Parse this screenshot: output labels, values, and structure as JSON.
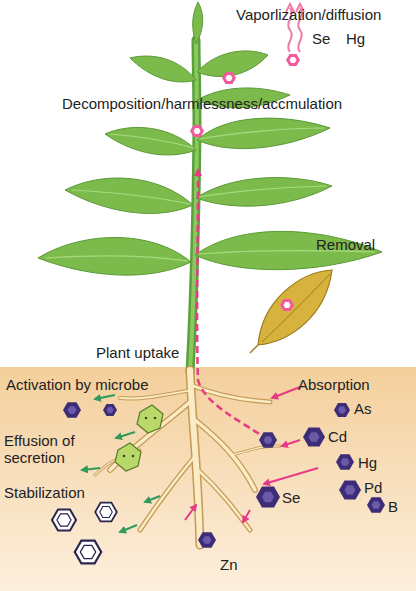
{
  "diagram": {
    "labels": [
      "Vaporlization/diffusion",
      "Se",
      "Hg",
      "Decomposition/harmlessness/accmulation",
      "Removal",
      "Plant uptake",
      "Activation by microbe",
      "Absorption",
      "Effusion of secretion",
      "As",
      "Cd",
      "Hg",
      "Stabilization",
      "Pd",
      "Se",
      "B",
      "Zn"
    ]
  }
}
